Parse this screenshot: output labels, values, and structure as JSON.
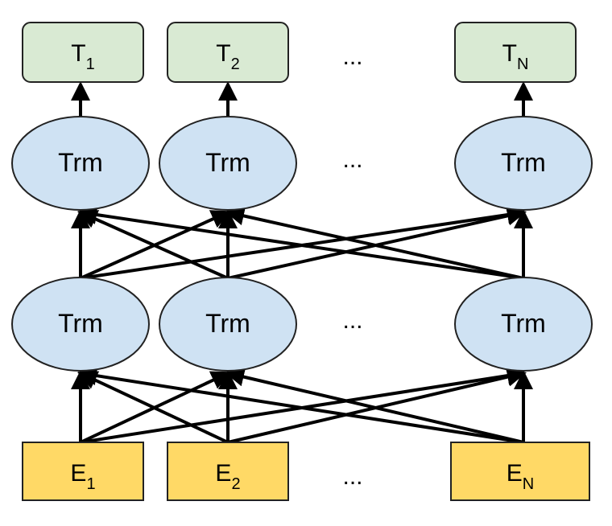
{
  "outputs": [
    {
      "base": "T",
      "sub": "1"
    },
    {
      "base": "T",
      "sub": "2"
    },
    {
      "base": "T",
      "sub": "N"
    }
  ],
  "inputs": [
    {
      "base": "E",
      "sub": "1"
    },
    {
      "base": "E",
      "sub": "2"
    },
    {
      "base": "E",
      "sub": "N"
    }
  ],
  "layers": [
    {
      "nodes": [
        "Trm",
        "Trm",
        "Trm"
      ]
    },
    {
      "nodes": [
        "Trm",
        "Trm",
        "Trm"
      ]
    }
  ],
  "ellipsis": "...",
  "colors": {
    "output_fill": "#d9ead3",
    "input_fill": "#ffd966",
    "node_fill": "#cfe2f3",
    "stroke": "#222222"
  }
}
